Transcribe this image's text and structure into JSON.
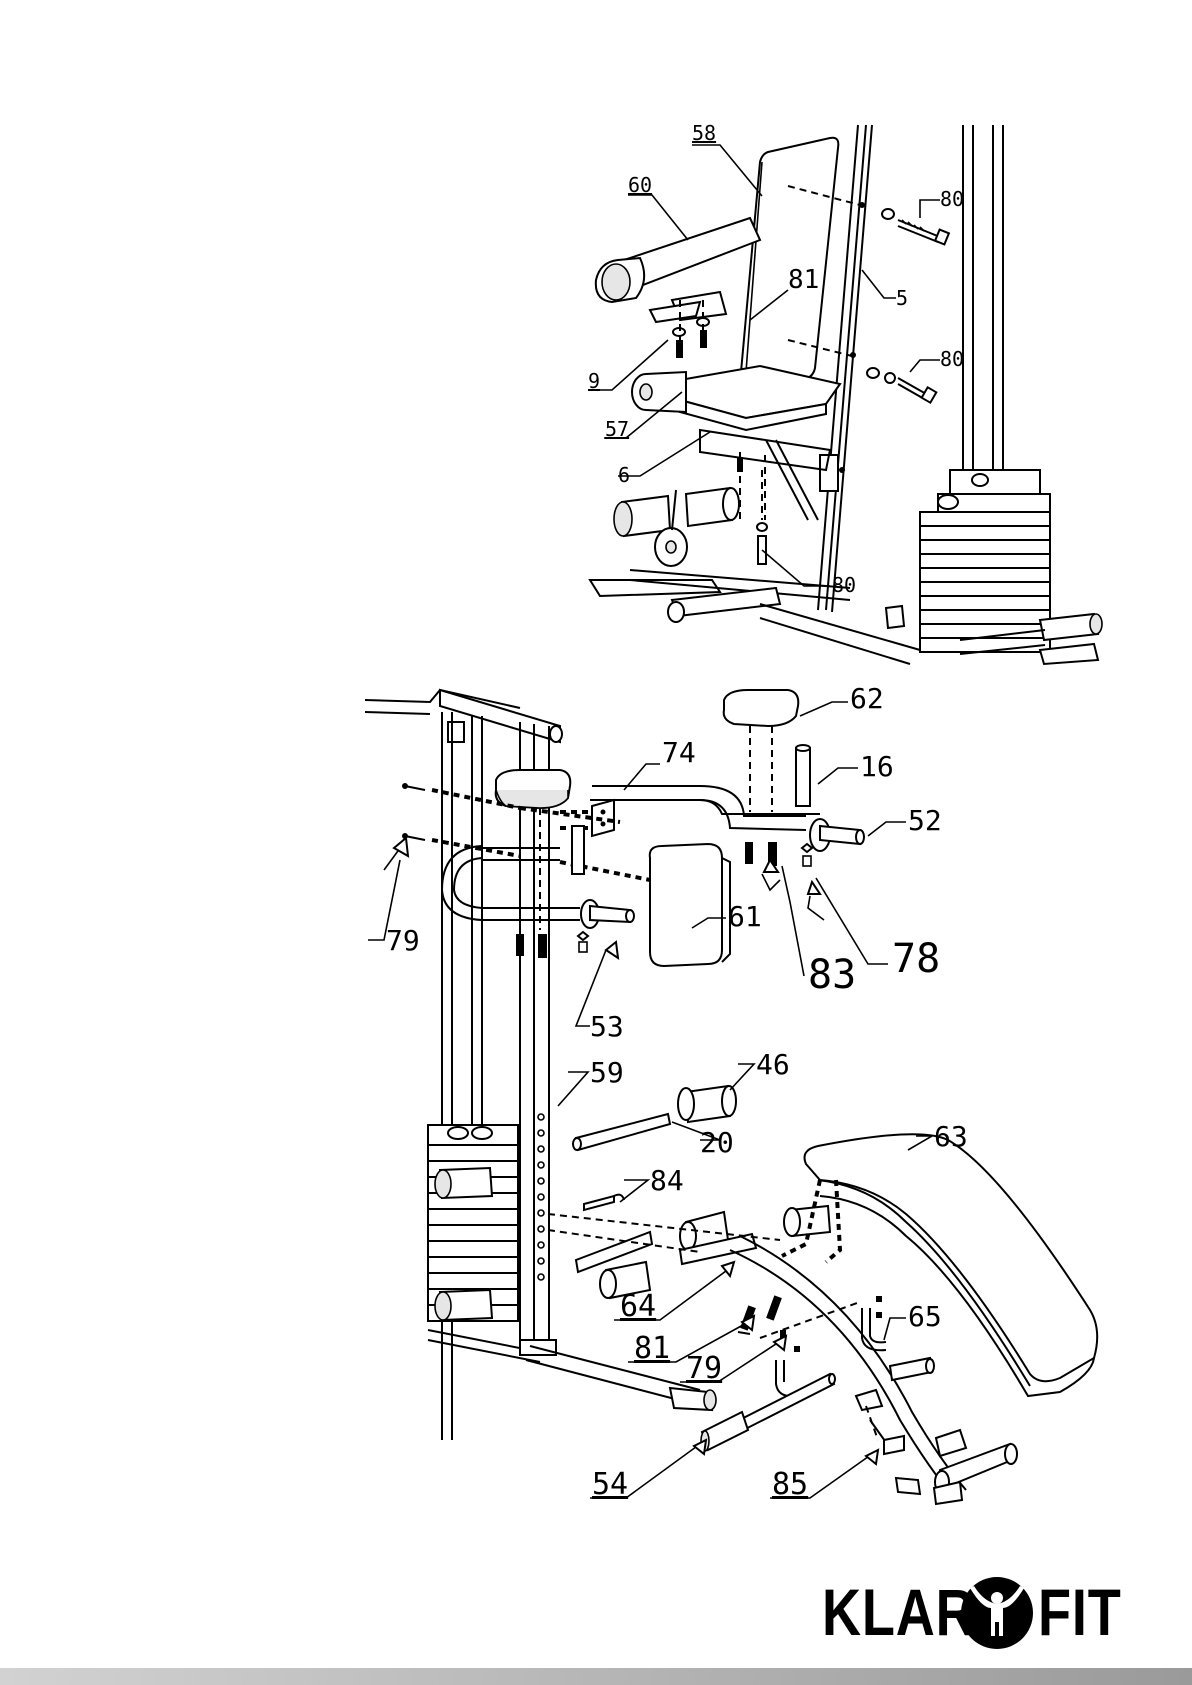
{
  "diagram": {
    "upper_labels": [
      "58",
      "60",
      "81",
      "80",
      "5",
      "80",
      "9",
      "57",
      "6",
      "80"
    ],
    "lower_labels": [
      "62",
      "74",
      "16",
      "52",
      "79",
      "61",
      "83",
      "78",
      "53",
      "59",
      "46",
      "20",
      "63",
      "84",
      "64",
      "65",
      "81",
      "79",
      "54",
      "85"
    ]
  },
  "brand": {
    "left": "KLAR",
    "right": "FIT",
    "logo_icon": "person-arms-raised-icon"
  },
  "colors": {
    "ink": "#000000",
    "footer_start": "#d2d2d2",
    "footer_end": "#9a9a9a"
  }
}
